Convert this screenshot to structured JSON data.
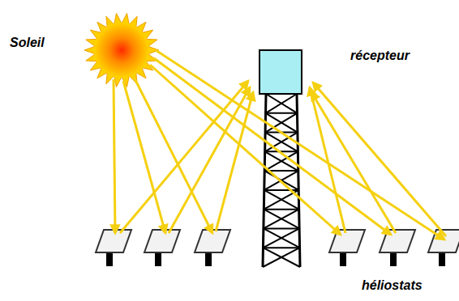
{
  "diagram": {
    "labels": [
      "Soleil",
      "récepteur",
      "héliostats"
    ]
  }
}
